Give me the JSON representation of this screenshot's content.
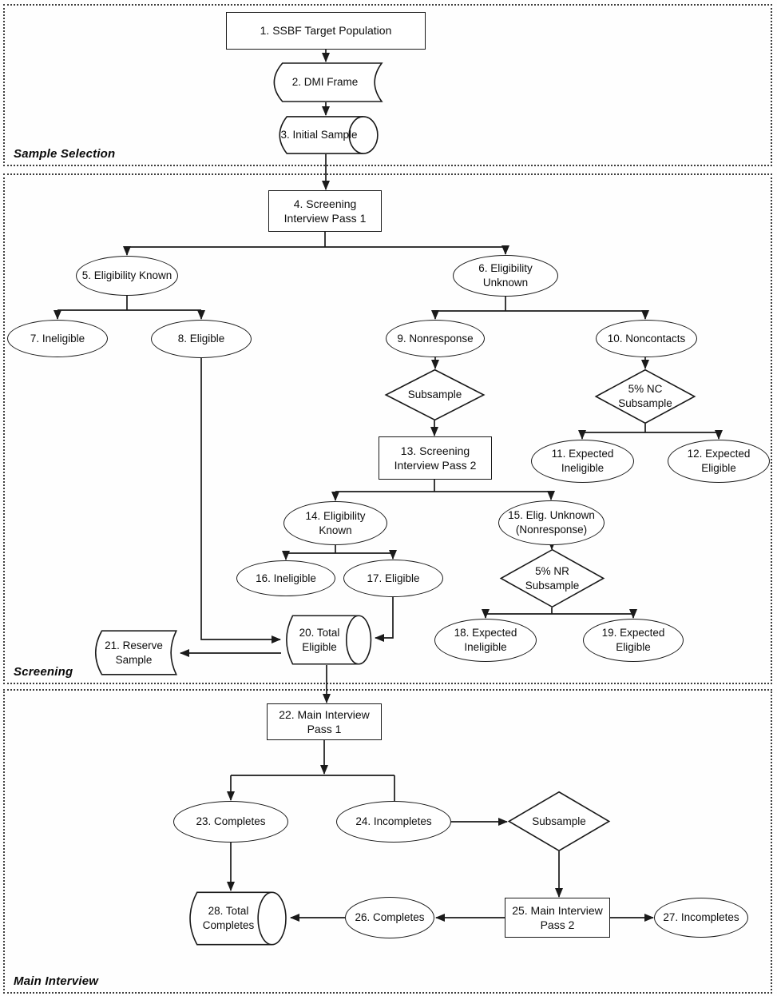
{
  "colors": {
    "line": "#1a1a1a",
    "background": "#ffffff",
    "section_border": "#3c3c3c"
  },
  "sections": [
    {
      "label": "Sample Selection"
    },
    {
      "label": "Screening"
    },
    {
      "label": "Main Interview"
    }
  ],
  "nodes": {
    "n1": "1. SSBF Target Population",
    "n2": "2. DMI Frame",
    "n3": "3. Initial Sample",
    "n4": "4. Screening\nInterview Pass 1",
    "n5": "5. Eligibility Known",
    "n6": "6. Eligibility\nUnknown",
    "n7": "7. Ineligible",
    "n8": "8. Eligible",
    "n9": "9. Nonresponse",
    "n10": "10. Noncontacts",
    "d1": "Subsample",
    "d2": "5% NC\nSubsample",
    "n11": "11. Expected\nIneligible",
    "n12": "12. Expected\nEligible",
    "n13": "13. Screening\nInterview Pass 2",
    "n14": "14. Eligibility\nKnown",
    "n15": "15. Elig. Unknown\n(Nonresponse)",
    "n16": "16. Ineligible",
    "n17": "17. Eligible",
    "d3": "5% NR\nSubsample",
    "n18": "18. Expected\nIneligible",
    "n19": "19. Expected\nEligible",
    "n20": "20. Total\nEligible",
    "n21": "21. Reserve\nSample",
    "n22": "22. Main Interview\nPass 1",
    "n23": "23. Completes",
    "n24": "24. Incompletes",
    "d4": "Subsample",
    "n25": "25. Main Interview\nPass 2",
    "n26": "26. Completes",
    "n27": "27. Incompletes",
    "n28": "28. Total\nCompletes"
  }
}
